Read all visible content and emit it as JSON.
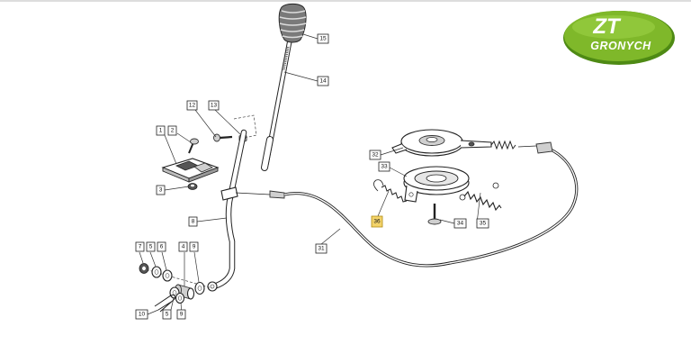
{
  "logo": {
    "line1": "ZT",
    "line2": "GRONYCH",
    "color": "#7fb82a"
  },
  "callouts": [
    {
      "id": "1",
      "label": "1"
    },
    {
      "id": "2",
      "label": "2"
    },
    {
      "id": "3",
      "label": "3"
    },
    {
      "id": "8",
      "label": "8"
    },
    {
      "id": "12",
      "label": "12"
    },
    {
      "id": "13",
      "label": "13"
    },
    {
      "id": "14",
      "label": "14"
    },
    {
      "id": "15",
      "label": "15"
    },
    {
      "id": "31",
      "label": "31"
    },
    {
      "id": "32",
      "label": "32"
    },
    {
      "id": "33",
      "label": "33"
    },
    {
      "id": "34",
      "label": "34"
    },
    {
      "id": "35",
      "label": "35"
    },
    {
      "id": "36",
      "label": "36",
      "highlight": true
    },
    {
      "id": "7",
      "label": "7"
    },
    {
      "id": "5a",
      "label": "5"
    },
    {
      "id": "6",
      "label": "6"
    },
    {
      "id": "4",
      "label": "4"
    },
    {
      "id": "9a",
      "label": "9"
    },
    {
      "id": "10",
      "label": "10"
    },
    {
      "id": "5b",
      "label": "5"
    },
    {
      "id": "9b",
      "label": "9"
    }
  ],
  "colors": {
    "highlight": "#f3d36a"
  }
}
